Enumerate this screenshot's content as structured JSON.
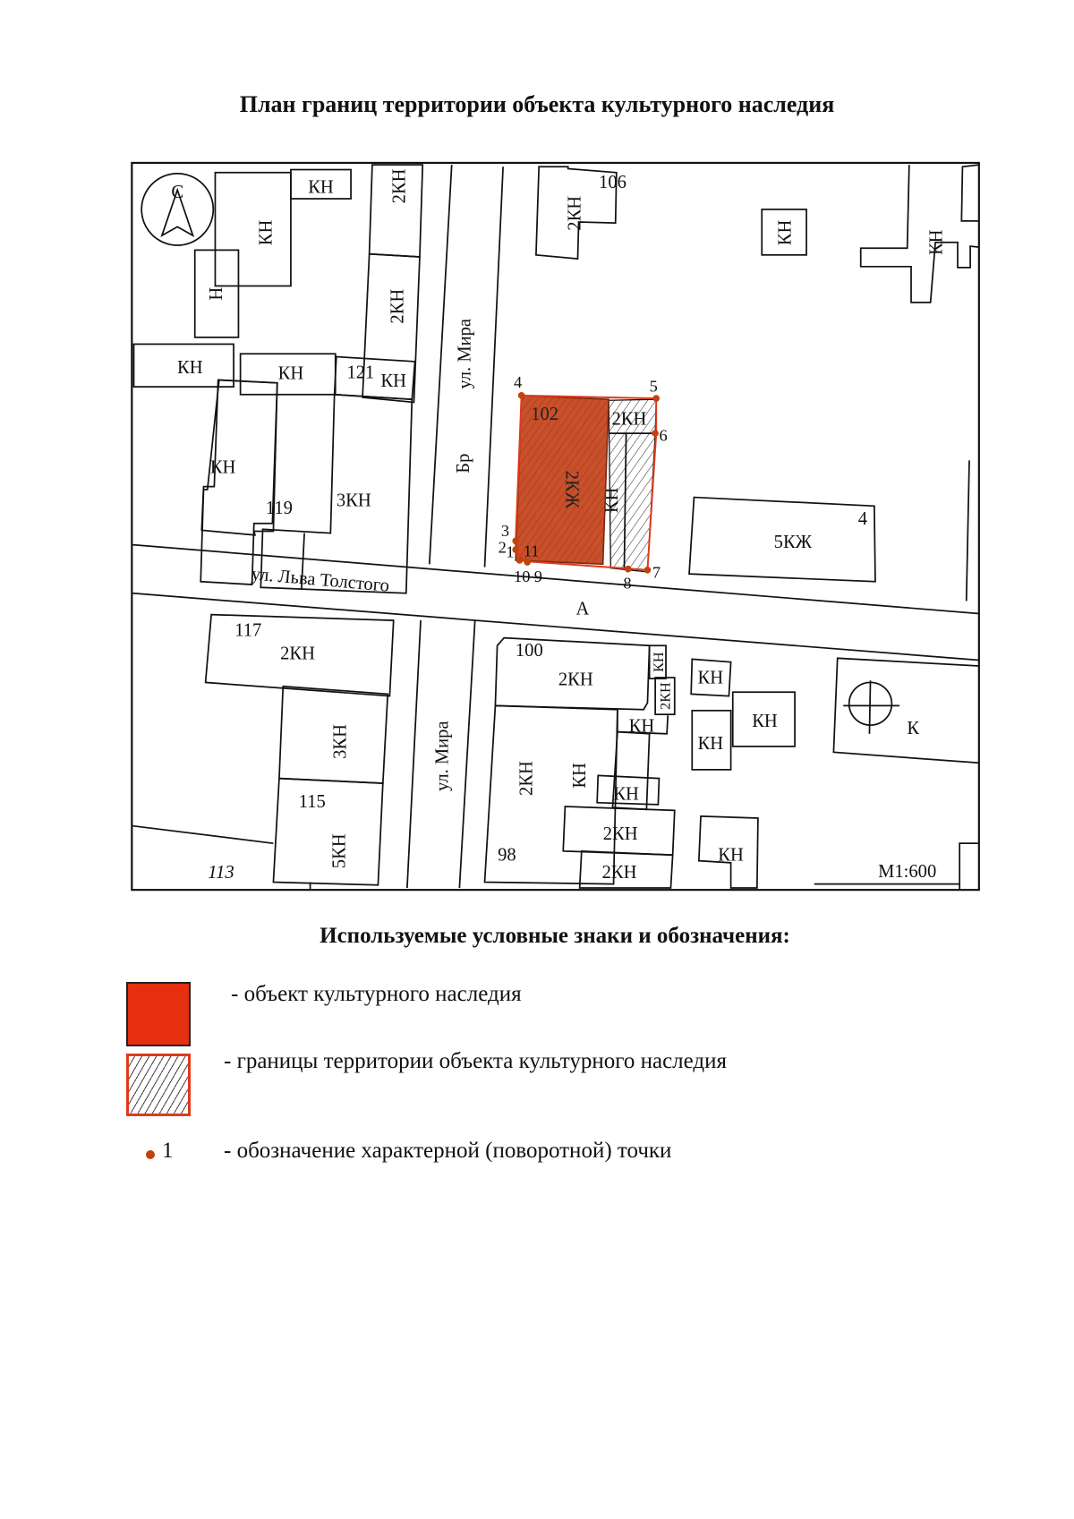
{
  "document": {
    "title": "План границ территории объекта культурного наследия",
    "legend_title": "Используемые условные знаки и обозначения:"
  },
  "map": {
    "north_arrow_label": "С",
    "scale": "М1:600",
    "streets": {
      "mira_north": "ул. Мира",
      "mira_south": "ул. Мира",
      "lva_tolstogo": "ул. Льва Толстого",
      "mira_north_surface": "Бр",
      "lva_tolstogo_surface": "А"
    },
    "heritage_object": {
      "number": "102",
      "label": "2КЖ",
      "fill_color": "#c8502a",
      "boundary_color": "#e03a1c",
      "annex_labels": [
        "2КН",
        "КН"
      ]
    },
    "turning_points": [
      "1",
      "2",
      "3",
      "4",
      "5",
      "6",
      "7",
      "8",
      "9",
      "10",
      "11"
    ],
    "buildings": [
      {
        "id": "b1",
        "label": "КН"
      },
      {
        "id": "b2",
        "label": "КН"
      },
      {
        "id": "b3",
        "label": "2КН"
      },
      {
        "id": "b4",
        "label": "Н"
      },
      {
        "id": "b5",
        "label": "2КН"
      },
      {
        "id": "b6",
        "label": "КН"
      },
      {
        "id": "b7",
        "label": "КН"
      },
      {
        "id": "b8",
        "number": "121",
        "label": "КН"
      },
      {
        "id": "b9",
        "label": "КН"
      },
      {
        "id": "b10",
        "number": "119",
        "label": "3КН"
      },
      {
        "id": "b11",
        "number": "106",
        "label": "2КН"
      },
      {
        "id": "b12",
        "label": "КН"
      },
      {
        "id": "b13",
        "label": "КН"
      },
      {
        "id": "b14",
        "number": "4",
        "label": "5КЖ"
      },
      {
        "id": "b15",
        "number": "117",
        "label": "2КН"
      },
      {
        "id": "b16",
        "label": "3КН"
      },
      {
        "id": "b17",
        "number": "115",
        "label": "5КН"
      },
      {
        "id": "b18",
        "number": "113"
      },
      {
        "id": "b19",
        "number": "100",
        "label": "2КН"
      },
      {
        "id": "b20",
        "label": "КН"
      },
      {
        "id": "b21",
        "label": "2КН"
      },
      {
        "id": "b22",
        "label": "КН"
      },
      {
        "id": "b23",
        "label": "2КН"
      },
      {
        "id": "b24",
        "label": "КН"
      },
      {
        "id": "b25",
        "label": "КН"
      },
      {
        "id": "b26",
        "number": "98",
        "label": "2КН"
      },
      {
        "id": "b27",
        "label": "2КН"
      },
      {
        "id": "b28",
        "label": "КН"
      },
      {
        "id": "b29",
        "label": "КН"
      },
      {
        "id": "b30",
        "label": "КН"
      },
      {
        "id": "b31",
        "label": "КН"
      },
      {
        "id": "b32",
        "label": "К"
      }
    ]
  },
  "legend": {
    "items": [
      {
        "symbol": "solid-red",
        "text": "- объект культурного наследия",
        "color": "#e63010"
      },
      {
        "symbol": "hatched-red-border",
        "text": "- границы территории объекта культурного наследия",
        "color": "#e03a1c"
      },
      {
        "symbol": "point",
        "symbol_label": "1",
        "text": "- обозначение характерной (поворотной) точки",
        "color": "#c2410c"
      }
    ]
  }
}
